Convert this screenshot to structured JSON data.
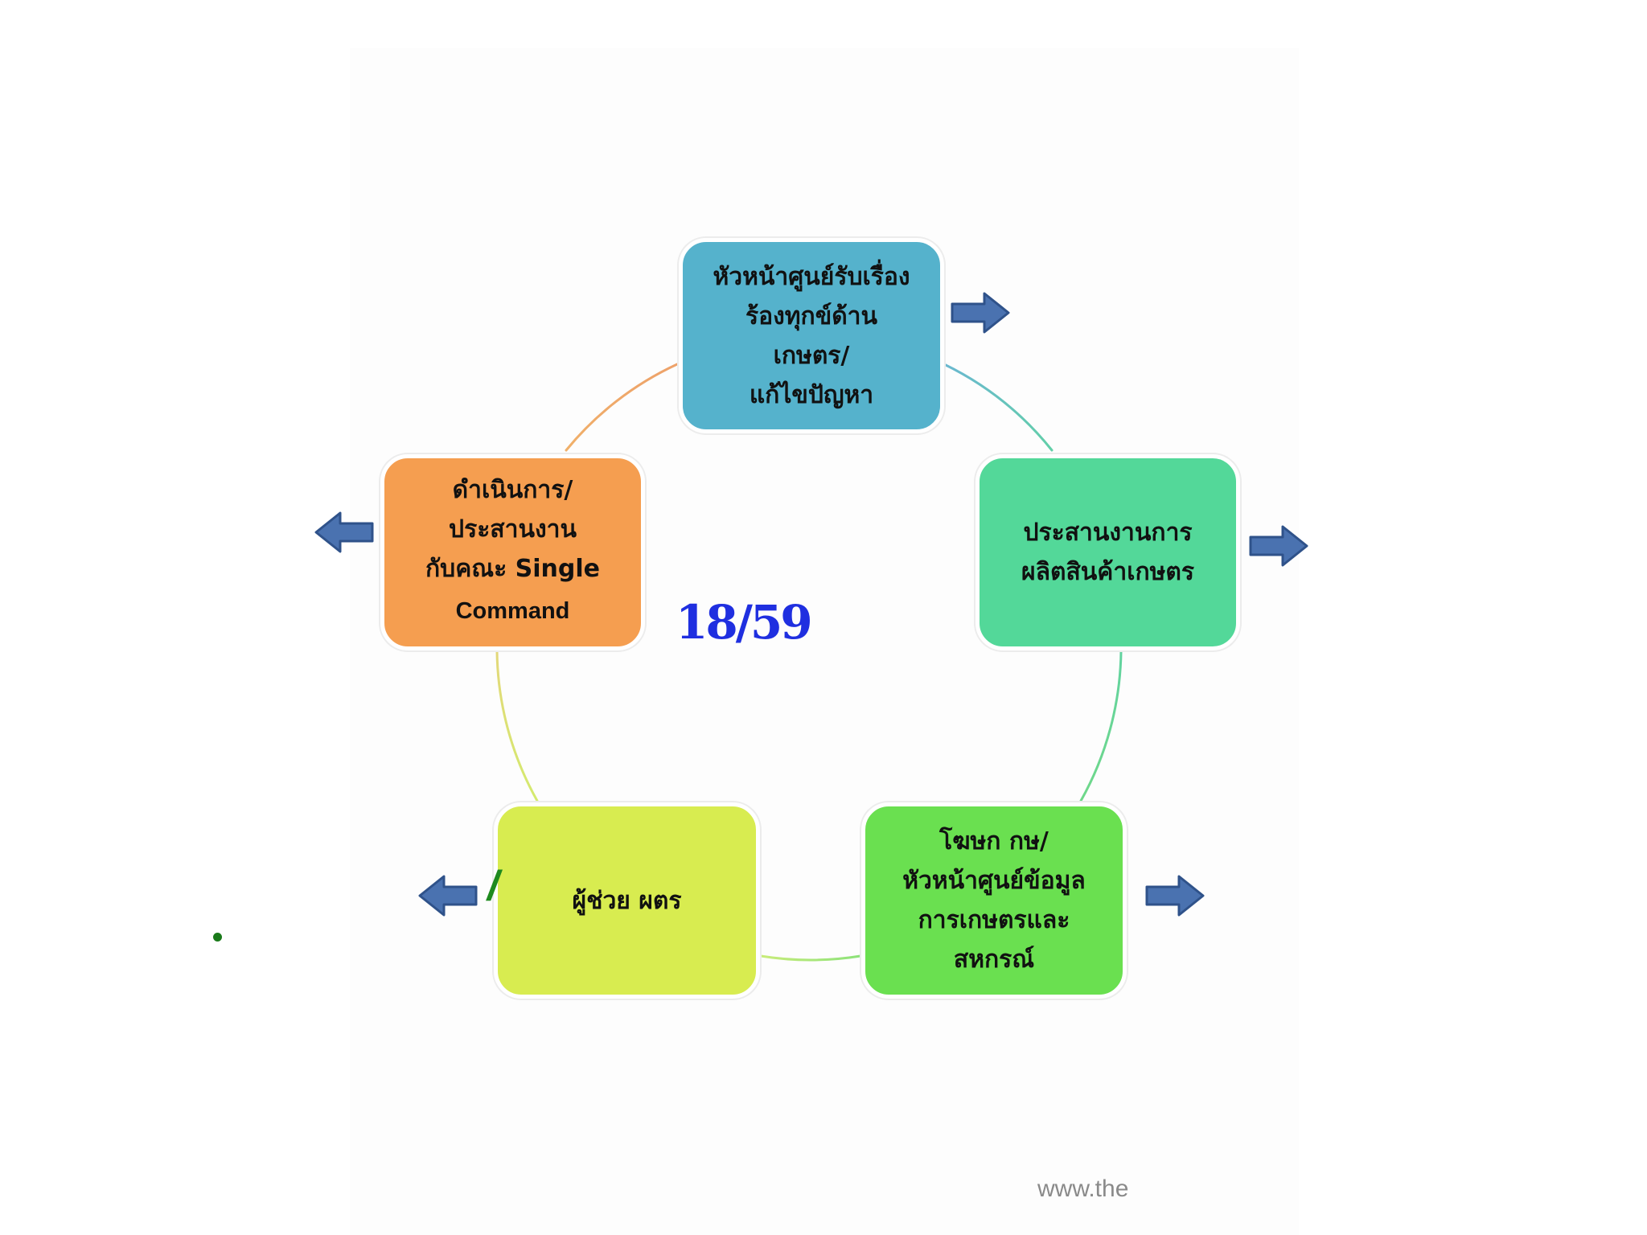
{
  "diagram": {
    "nodes": [
      {
        "id": "top",
        "lines": [
          "หัวหน้าศูนย์รับเรื่อง",
          "ร้องทุกข์ด้าน",
          "เกษตร/",
          "แก้ไขปัญหา"
        ],
        "color": "#55b2cc"
      },
      {
        "id": "right",
        "lines": [
          "ประสานงานการ",
          "ผลิตสินค้าเกษตร"
        ],
        "color": "#53d899"
      },
      {
        "id": "br",
        "lines": [
          "โฆษก กษ/",
          "หัวหน้าศูนย์ข้อมูล",
          "การเกษตรและ",
          "สหกรณ์"
        ],
        "color": "#6ae050"
      },
      {
        "id": "bl",
        "lines": [
          "ผู้ช่วย ผตร"
        ],
        "color": "#d8ec50"
      },
      {
        "id": "left",
        "lines": [
          "ดำเนินการ/",
          "ประสานงาน",
          "กับคณะ Single",
          "Command"
        ],
        "color": "#f59e50"
      }
    ],
    "arrows": [
      {
        "id": "top",
        "direction": "right"
      },
      {
        "id": "right",
        "direction": "right"
      },
      {
        "id": "br",
        "direction": "right"
      },
      {
        "id": "bl",
        "direction": "left"
      },
      {
        "id": "left",
        "direction": "left"
      }
    ],
    "arrow_color": "#4a72b0",
    "center_label": "18/59",
    "center_label_color": "#1f2fe0",
    "slash_mark": "/",
    "watermark": "www.the"
  }
}
